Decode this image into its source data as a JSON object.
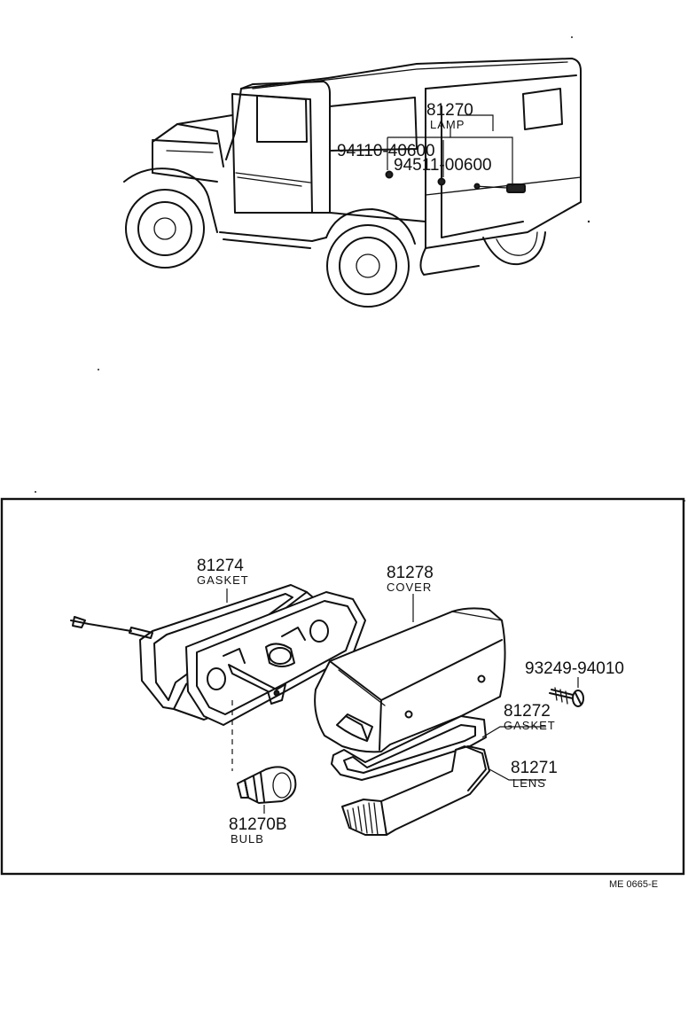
{
  "vehicle_callouts": {
    "lamp": {
      "number": "81270",
      "name": "LAMP"
    },
    "screw": {
      "number": "94110-40600"
    },
    "nut": {
      "number": "94511-00600"
    }
  },
  "detail_callouts": {
    "gasket_rear": {
      "number": "81274",
      "name": "GASKET"
    },
    "cover": {
      "number": "81278",
      "name": "COVER"
    },
    "screw": {
      "number": "93249-94010"
    },
    "gasket_front": {
      "number": "81272",
      "name": "GASKET"
    },
    "lens": {
      "number": "81271",
      "name": "LENS"
    },
    "bulb": {
      "number": "81270B",
      "name": "BULB"
    }
  },
  "reference_code": "ME  0665-E"
}
